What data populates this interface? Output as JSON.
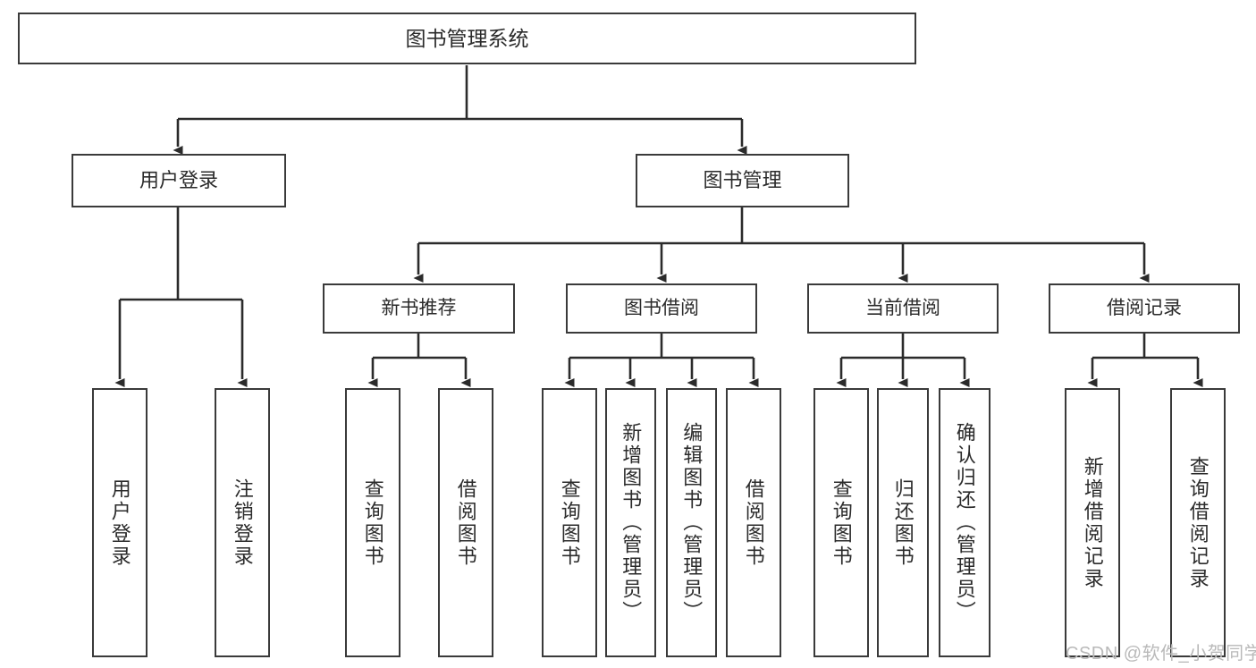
{
  "diagram": {
    "title": "图书管理系统",
    "type": "tree-flowchart",
    "colors": {
      "box_border": "#3a3a3a",
      "box_fill": "#ffffff",
      "edge": "#2b2b2b",
      "text": "#2b2b2b",
      "watermark": "#b9b9b9",
      "background": "#ffffff"
    },
    "nodes": {
      "root": {
        "label": "图书管理系统"
      },
      "level1": [
        {
          "id": "user-login",
          "label": "用户登录"
        },
        {
          "id": "book-management",
          "label": "图书管理"
        }
      ],
      "level2": [
        {
          "id": "new-book-recommend",
          "label": "新书推荐"
        },
        {
          "id": "book-borrow",
          "label": "图书借阅"
        },
        {
          "id": "current-borrow",
          "label": "当前借阅"
        },
        {
          "id": "borrow-record",
          "label": "借阅记录"
        }
      ],
      "leaves": [
        {
          "id": "leaf-user-login",
          "label": "用户登录",
          "parent": "user-login"
        },
        {
          "id": "leaf-logout",
          "label": "注销登录",
          "parent": "user-login"
        },
        {
          "id": "leaf-query-book-1",
          "label": "查询图书",
          "parent": "new-book-recommend"
        },
        {
          "id": "leaf-borrow-book-1",
          "label": "借阅图书",
          "parent": "new-book-recommend"
        },
        {
          "id": "leaf-query-book-2",
          "label": "查询图书",
          "parent": "book-borrow"
        },
        {
          "id": "leaf-add-book",
          "label": "新增图书（管理员）",
          "parent": "book-borrow"
        },
        {
          "id": "leaf-edit-book",
          "label": "编辑图书（管理员）",
          "parent": "book-borrow"
        },
        {
          "id": "leaf-borrow-book-2",
          "label": "借阅图书",
          "parent": "book-borrow"
        },
        {
          "id": "leaf-query-book-3",
          "label": "查询图书",
          "parent": "current-borrow"
        },
        {
          "id": "leaf-return-book",
          "label": "归还图书",
          "parent": "current-borrow"
        },
        {
          "id": "leaf-confirm-return",
          "label": "确认归还（管理员）",
          "parent": "current-borrow"
        },
        {
          "id": "leaf-add-record",
          "label": "新增借阅记录",
          "parent": "borrow-record"
        },
        {
          "id": "leaf-query-record",
          "label": "查询借阅记录",
          "parent": "borrow-record"
        }
      ]
    },
    "watermark": "CSDN @软件_小贺同学"
  }
}
